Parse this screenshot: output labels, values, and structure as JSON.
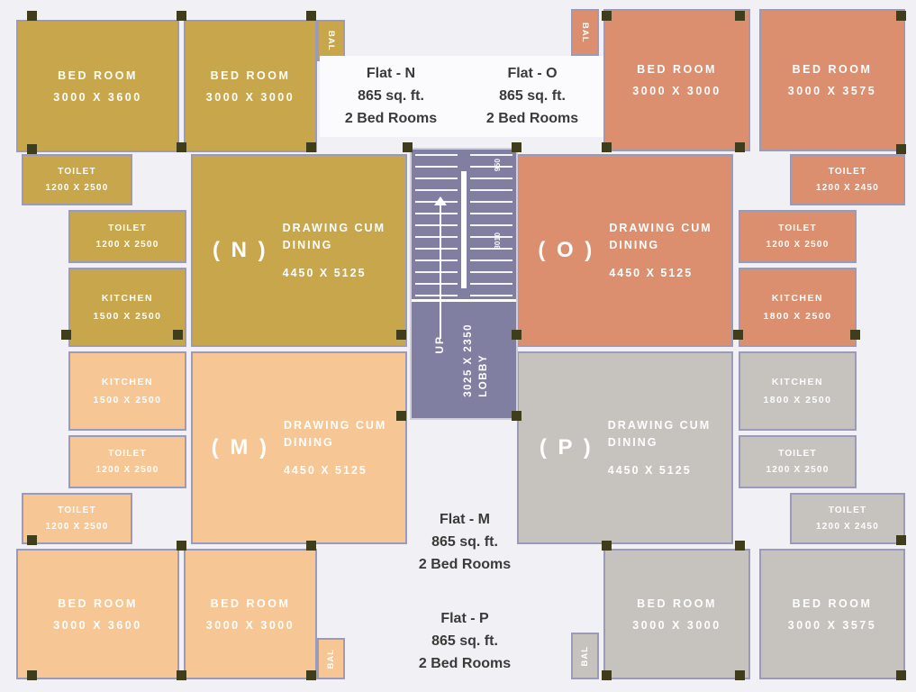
{
  "colors": {
    "background": "#F1F0F4",
    "wall": "#9B9ABA",
    "column": "#3F3D1C",
    "stair_bg": "#807EA1",
    "room_text": "#FFFFFF",
    "annotation_text": "#3A3A3A",
    "flat_n": "#C8A64C",
    "flat_o": "#DB8F6F",
    "flat_m": "#F6C795",
    "flat_p": "#C6C3BF"
  },
  "balcony_label": "BAL",
  "stair": {
    "up": "UP",
    "lobby": "LOBBY",
    "lobby_dims": "3025 X 2350",
    "dim_top": "950",
    "dim_mid": "3010"
  },
  "annotations": {
    "n": {
      "title": "Flat - N",
      "area": "865 sq. ft.",
      "beds": "2 Bed Rooms"
    },
    "o": {
      "title": "Flat - O",
      "area": "865 sq. ft.",
      "beds": "2 Bed Rooms"
    },
    "m": {
      "title": "Flat - M",
      "area": "865 sq. ft.",
      "beds": "2 Bed Rooms"
    },
    "p": {
      "title": "Flat - P",
      "area": "865 sq. ft.",
      "beds": "2 Bed Rooms"
    }
  },
  "flats": {
    "n": {
      "label": "( N )",
      "bed1": {
        "name": "BED ROOM",
        "dims": "3000 X 3600"
      },
      "bed2": {
        "name": "BED ROOM",
        "dims": "3000 X 3000"
      },
      "toilet_upper": {
        "name": "TOILET",
        "dims": "1200 X 2500"
      },
      "toilet_inner": {
        "name": "TOILET",
        "dims": "1200 X 2500"
      },
      "kitchen": {
        "name": "KITCHEN",
        "dims": "1500 X 2500"
      },
      "living": {
        "line1": "DRAWING CUM",
        "line2": "DINING",
        "dims": "4450 X 5125"
      }
    },
    "o": {
      "label": "( O )",
      "bed1": {
        "name": "BED ROOM",
        "dims": "3000 X 3000"
      },
      "bed2": {
        "name": "BED ROOM",
        "dims": "3000 X 3575"
      },
      "toilet_upper": {
        "name": "TOILET",
        "dims": "1200 X 2450"
      },
      "toilet_inner": {
        "name": "TOILET",
        "dims": "1200 X 2500"
      },
      "kitchen": {
        "name": "KITCHEN",
        "dims": "1800 X 2500"
      },
      "living": {
        "line1": "DRAWING CUM",
        "line2": "DINING",
        "dims": "4450 X 5125"
      }
    },
    "m": {
      "label": "( M )",
      "bed1": {
        "name": "BED ROOM",
        "dims": "3000 X 3600"
      },
      "bed2": {
        "name": "BED ROOM",
        "dims": "3000 X 3000"
      },
      "toilet_inner": {
        "name": "TOILET",
        "dims": "1200 X 2500"
      },
      "toilet_outer": {
        "name": "TOILET",
        "dims": "1200 X 2500"
      },
      "kitchen": {
        "name": "KITCHEN",
        "dims": "1500 X 2500"
      },
      "living": {
        "line1": "DRAWING CUM",
        "line2": "DINING",
        "dims": "4450 X 5125"
      }
    },
    "p": {
      "label": "( P )",
      "bed1": {
        "name": "BED ROOM",
        "dims": "3000 X 3000"
      },
      "bed2": {
        "name": "BED ROOM",
        "dims": "3000 X 3575"
      },
      "toilet_inner": {
        "name": "TOILET",
        "dims": "1200 X 2500"
      },
      "toilet_outer": {
        "name": "TOILET",
        "dims": "1200 X 2450"
      },
      "kitchen": {
        "name": "KITCHEN",
        "dims": "1800 X 2500"
      },
      "living": {
        "line1": "DRAWING CUM",
        "line2": "DINING",
        "dims": "4450 X 5125"
      }
    }
  }
}
